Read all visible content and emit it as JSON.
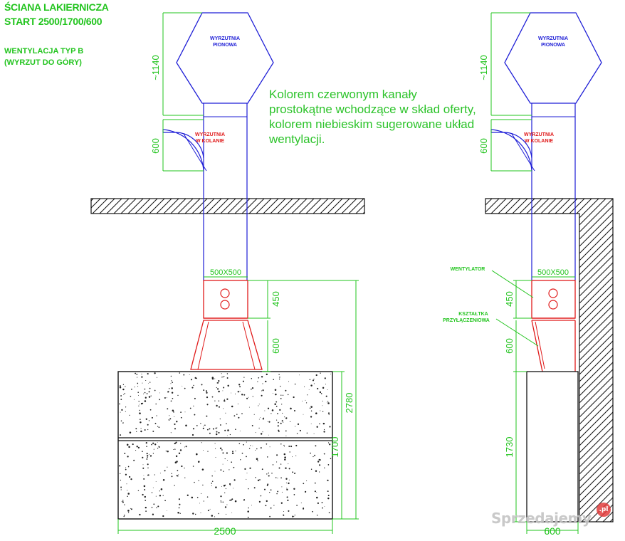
{
  "header": {
    "title_line1": "ŚCIANA LAKIERNICZA",
    "title_line2": "START 2500/1700/600",
    "subtitle_line1": "WENTYLACJA TYP B",
    "subtitle_line2": "(WYRZUT DO GÓRY)"
  },
  "note": "Kolorem czerwonym kanały prostokątne wchodzące w skład oferty, kolorem niebieskim sugerowane układ wentylacji.",
  "labels": {
    "exhaust_vertical_line1": "WYRZUTNIA",
    "exhaust_vertical_line2": "PIONOWA",
    "exhaust_elbow_line1": "WYRZUTNIA",
    "exhaust_elbow_line2": "W KOLANIE",
    "fan": "WENTYLATOR",
    "fitting_line1": "KSZTAŁTKA",
    "fitting_line2": "PRZYŁĄCZENIOWA"
  },
  "dimensions": {
    "hood_height": "~1140",
    "elbow_height": "600",
    "duct_size": "500X500",
    "fan_height": "450",
    "transition_height": "600",
    "total_height": "2780",
    "booth_height": "1700",
    "booth_width": "2500",
    "side_depth": "600",
    "side_height": "1730"
  },
  "colors": {
    "green": "#22c41e",
    "blue": "#1d1dd6",
    "red": "#e01a1a",
    "black": "#111111"
  },
  "watermark": {
    "text": "Sprzedajemy",
    "badge": ".pl"
  }
}
